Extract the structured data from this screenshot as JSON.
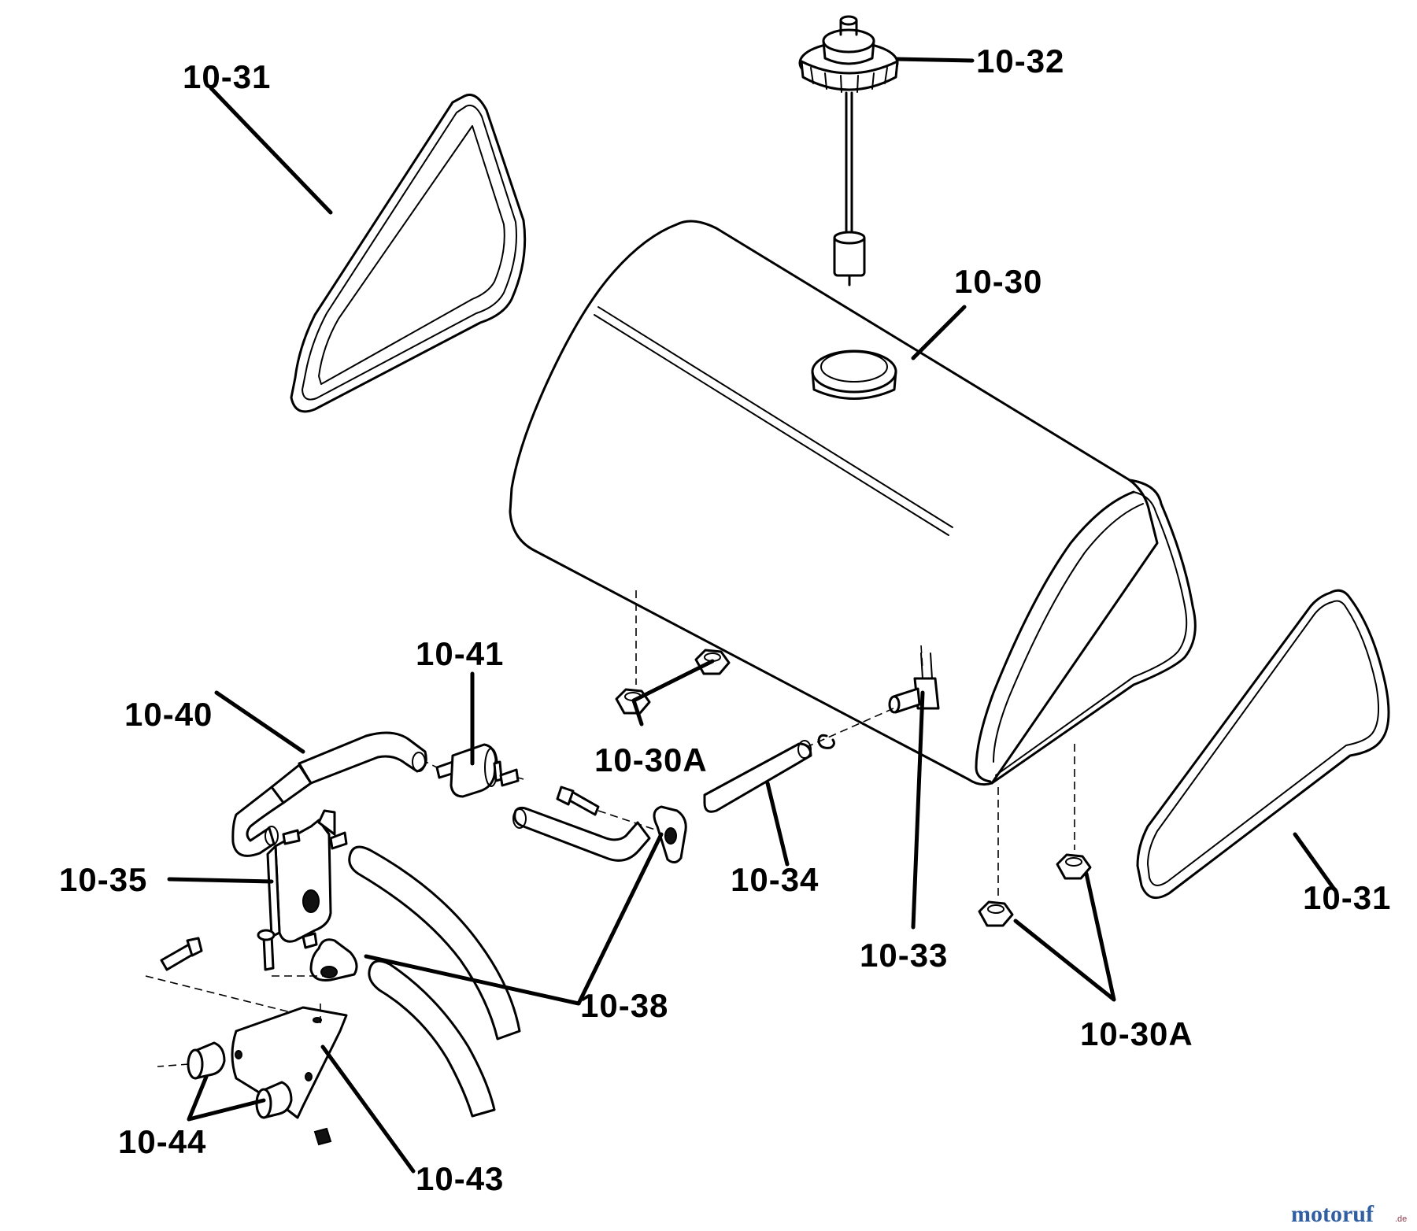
{
  "parts": {
    "tank": "10-30",
    "nut_left": "10-30A",
    "nut_right": "10-30A",
    "strap_left": "10-31",
    "strap_right": "10-31",
    "cap": "10-32",
    "fitting": "10-33",
    "hose_short": "10-34",
    "pump": "10-35",
    "clamp": "10-38",
    "hose": "10-40",
    "filter": "10-41",
    "bracket": "10-43",
    "grommet": "10-44"
  },
  "watermark": {
    "brand": "motoruf",
    "suffix": ".de"
  }
}
